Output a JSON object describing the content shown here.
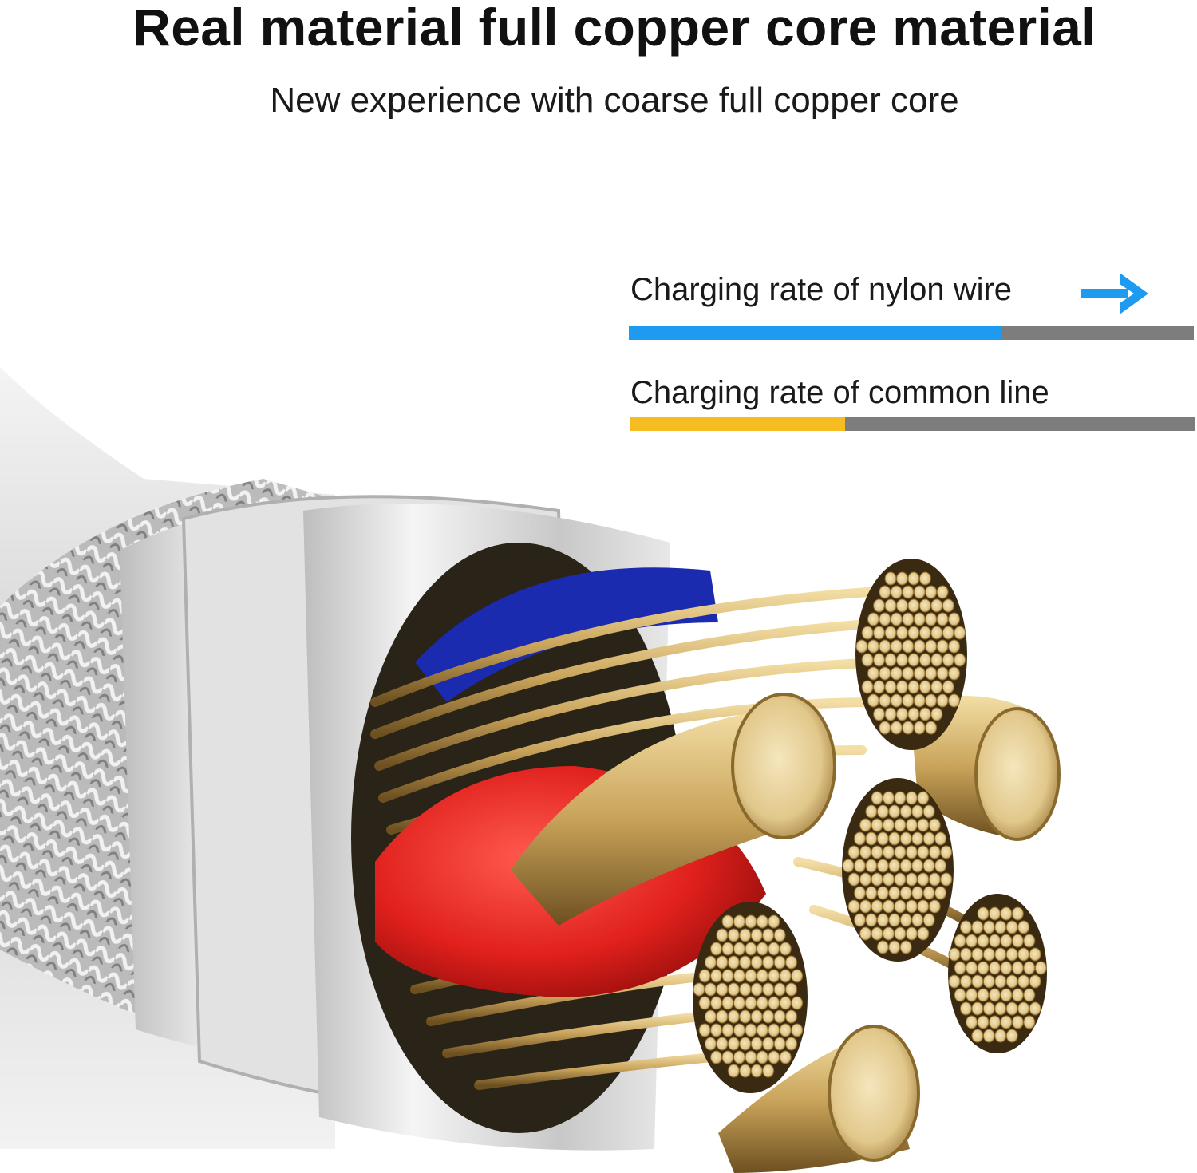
{
  "headline": "Real material full copper core material",
  "subheadline": "New experience with coarse full copper core",
  "rates": {
    "nylon": {
      "label": "Charging rate of nylon wire",
      "fill_fraction": 0.66,
      "color": "#1e9bf0",
      "icon": "right-arrow-icon"
    },
    "common": {
      "label": "Charging rate of common line",
      "fill_fraction": 0.38,
      "color": "#f6bd22"
    },
    "track_color": "#7d7d7d"
  },
  "illustration": {
    "subject": "copper-core-cable-cross-section",
    "colors": {
      "copper": "#d9b572",
      "copper_dark": "#8a6a2c",
      "sheath": "#e8e8e8",
      "braid": "#a8a8a8",
      "red_insulation": "#e0201c",
      "blue_insulation": "#1a2bb0"
    }
  }
}
